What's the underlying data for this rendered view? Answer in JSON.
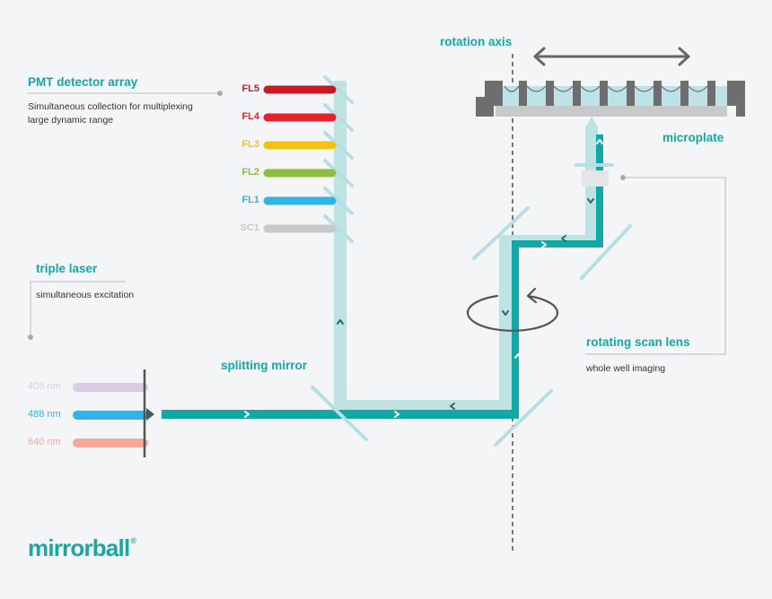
{
  "labels": {
    "pmt_title": "PMT detector array",
    "pmt_sub_1": "Simultaneous collection for multiplexing",
    "pmt_sub_2": "large dynamic range",
    "laser_title": "triple laser",
    "laser_sub": "simultaneous excitation",
    "splitting_mirror": "splitting mirror",
    "rotation_axis": "rotation axis",
    "microplate": "microplate",
    "scan_lens_title": "rotating scan lens",
    "scan_lens_sub": "whole well imaging"
  },
  "detectors": [
    {
      "name": "FL5",
      "color": "#c81a24"
    },
    {
      "name": "FL4",
      "color": "#e8202a"
    },
    {
      "name": "FL3",
      "color": "#f5c20f"
    },
    {
      "name": "FL2",
      "color": "#8cbf3f"
    },
    {
      "name": "FL1",
      "color": "#33b2e6"
    },
    {
      "name": "SC1",
      "color": "#c7c8cb"
    }
  ],
  "lasers": [
    {
      "name": "405 nm",
      "color": "#d7cde6"
    },
    {
      "name": "488 nm",
      "color": "#33b2e6"
    },
    {
      "name": "640 nm",
      "color": "#f5a898"
    }
  ],
  "logo": {
    "text": "mirrorball",
    "mark": "®"
  },
  "colors": {
    "excitation_beam": "#12a8a6",
    "emission_beam": "#bfe3e3",
    "mirror": "#b6dfe4",
    "accent_text": "#10a9a9",
    "plate": "#6d6e70"
  }
}
